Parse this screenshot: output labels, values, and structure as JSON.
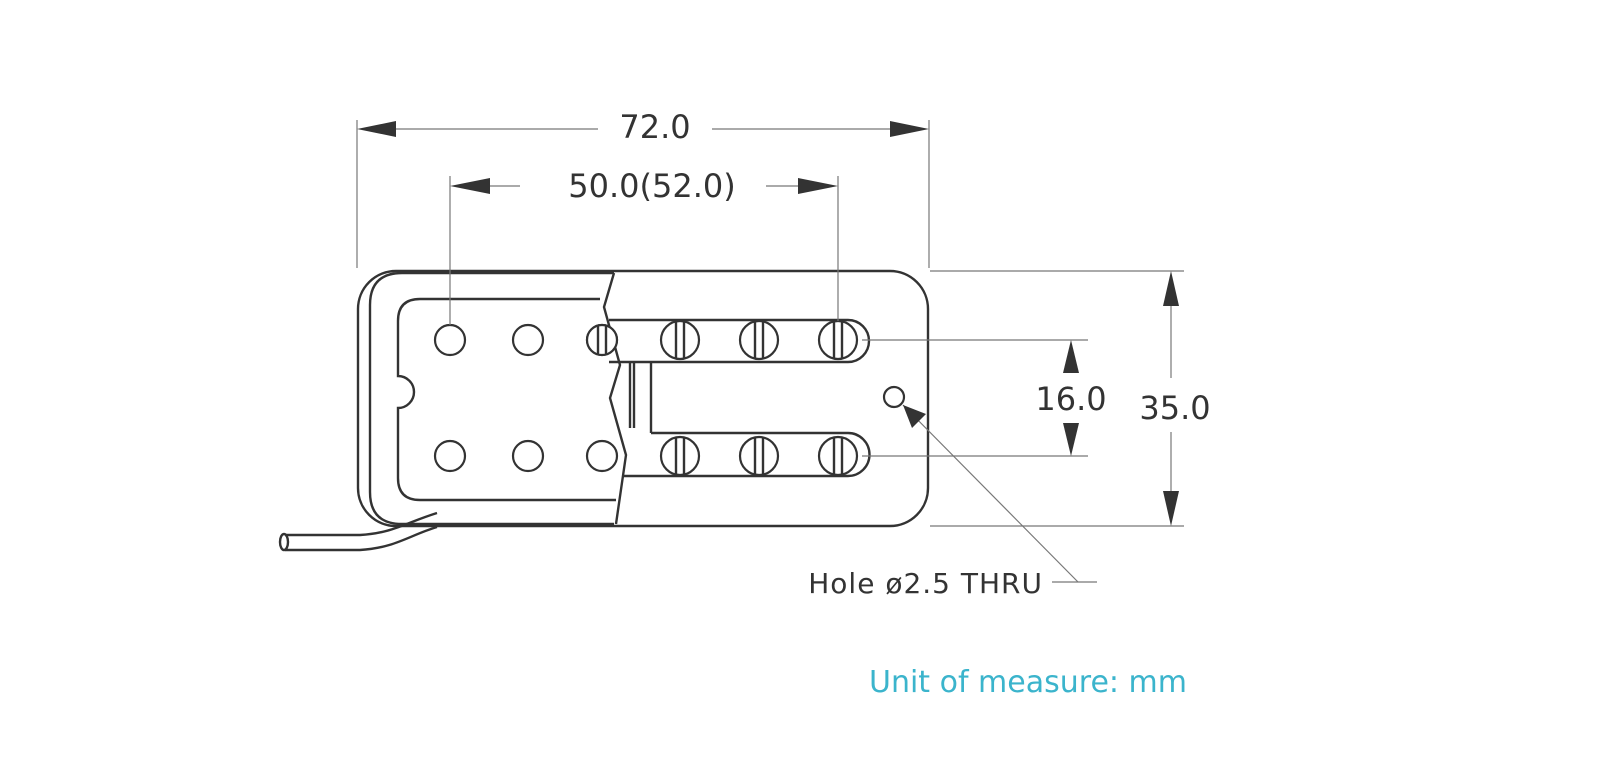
{
  "dimensions": {
    "overall_length": "72.0",
    "hole_spacing": "50.0(52.0)",
    "hole_row_spacing": "16.0",
    "overall_width": "35.0"
  },
  "callout": {
    "hole_note": "Hole ø2.5 THRU"
  },
  "footer": {
    "unit_note": "Unit of measure: mm"
  },
  "colors": {
    "line": "#333333",
    "accent": "#3bb4cc"
  }
}
